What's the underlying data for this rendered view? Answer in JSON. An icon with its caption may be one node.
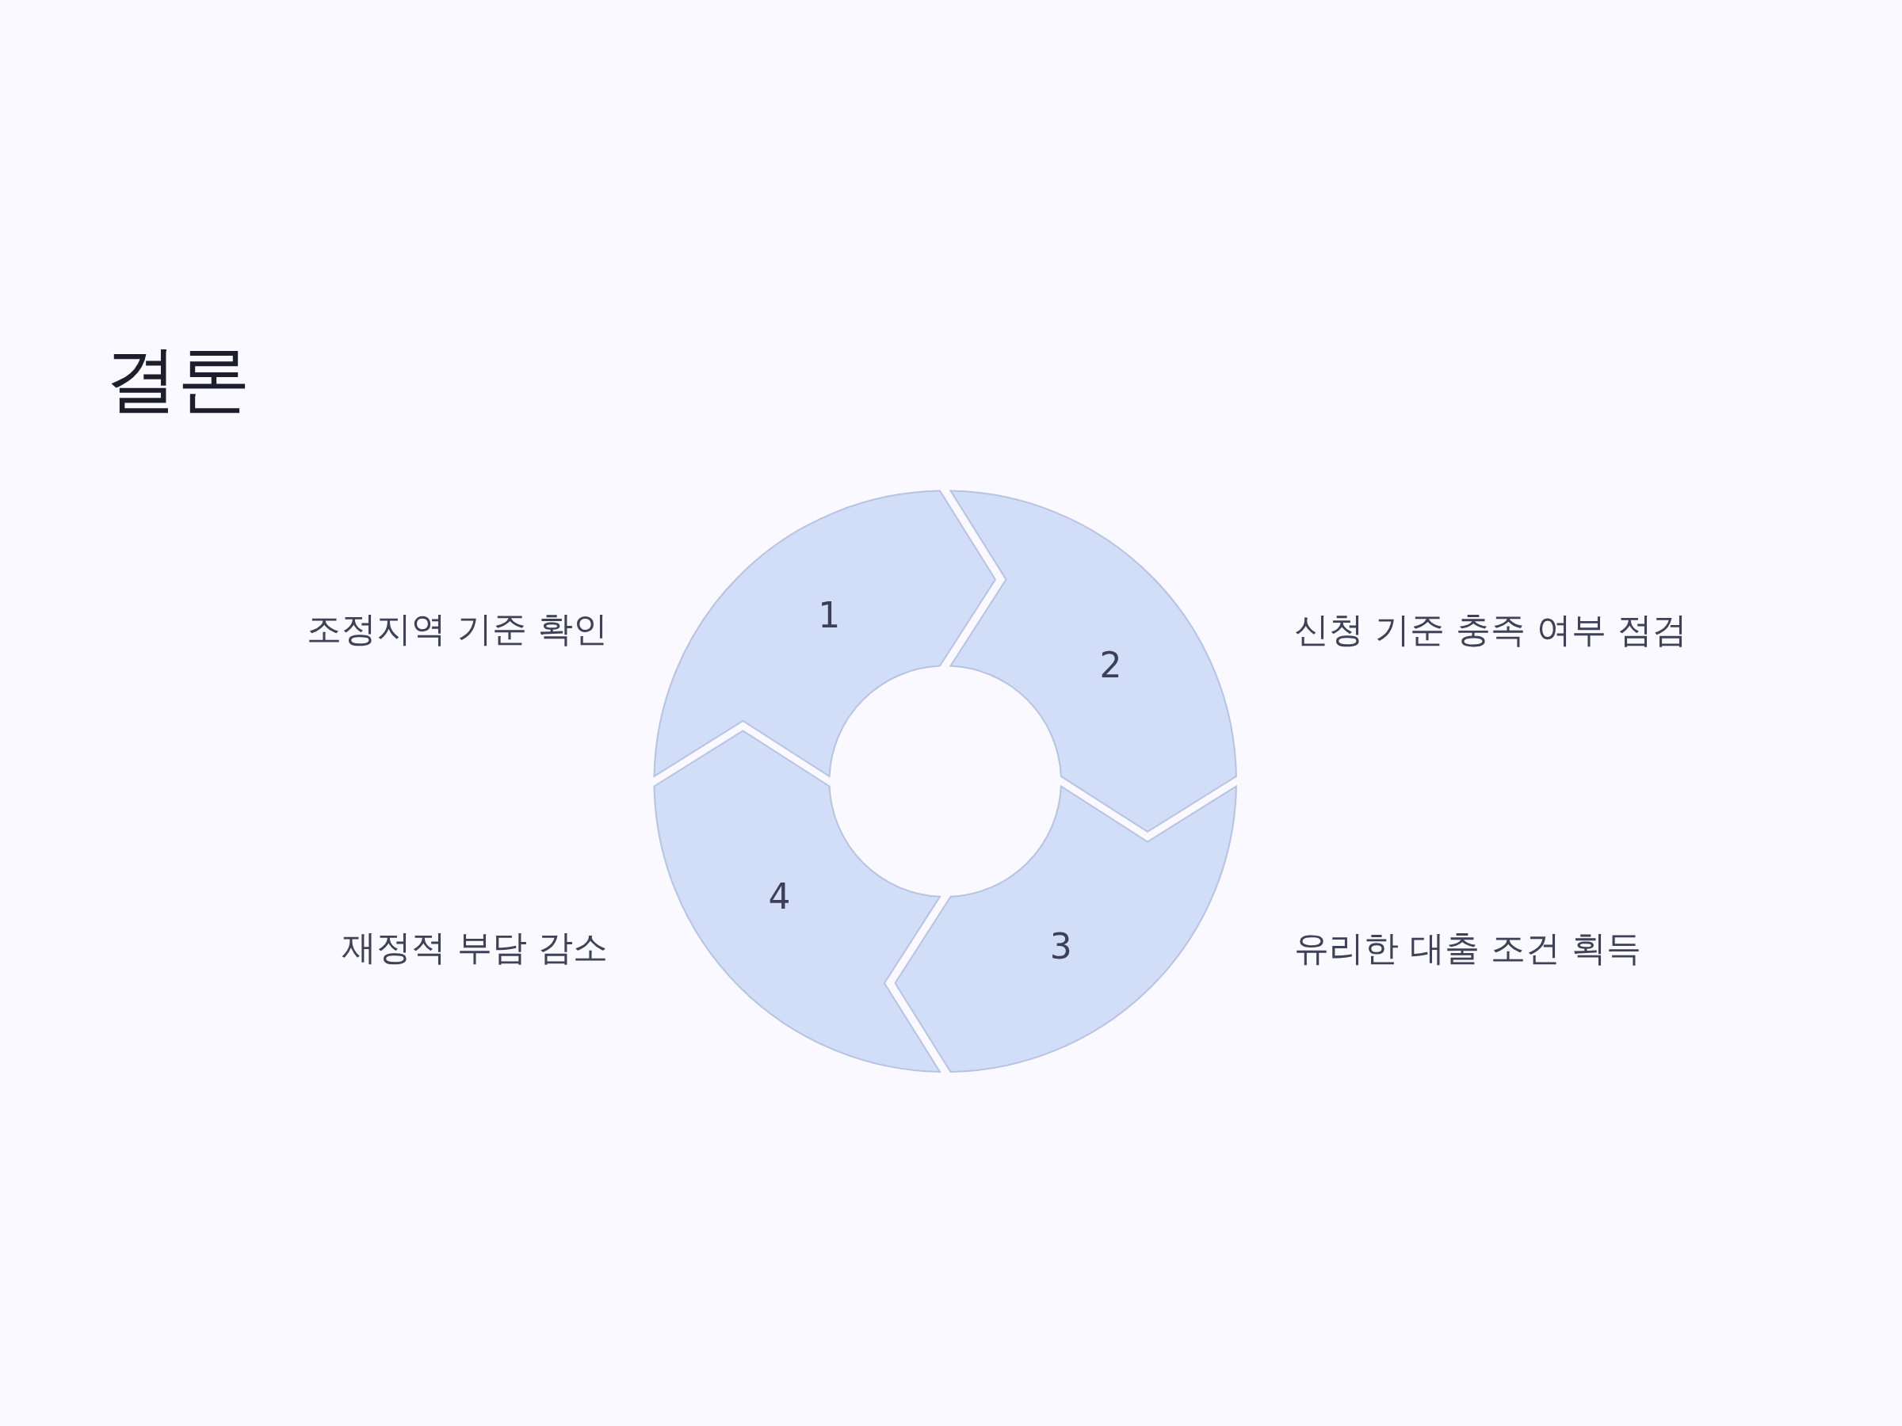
{
  "diagram": {
    "title": "결론",
    "nodes": [
      {
        "text": [
          "1"
        ],
        "beside": [
          "조정지역 기준 확인"
        ]
      },
      {
        "text": [
          "2"
        ],
        "beside": [
          "신청 기준 충족 여부 점검"
        ]
      },
      {
        "text": [
          "3"
        ],
        "beside": [
          "유리한 대출 조건 획득"
        ]
      },
      {
        "text": [
          "4"
        ],
        "beside": [
          "재정적 부담 감소"
        ]
      }
    ]
  }
}
